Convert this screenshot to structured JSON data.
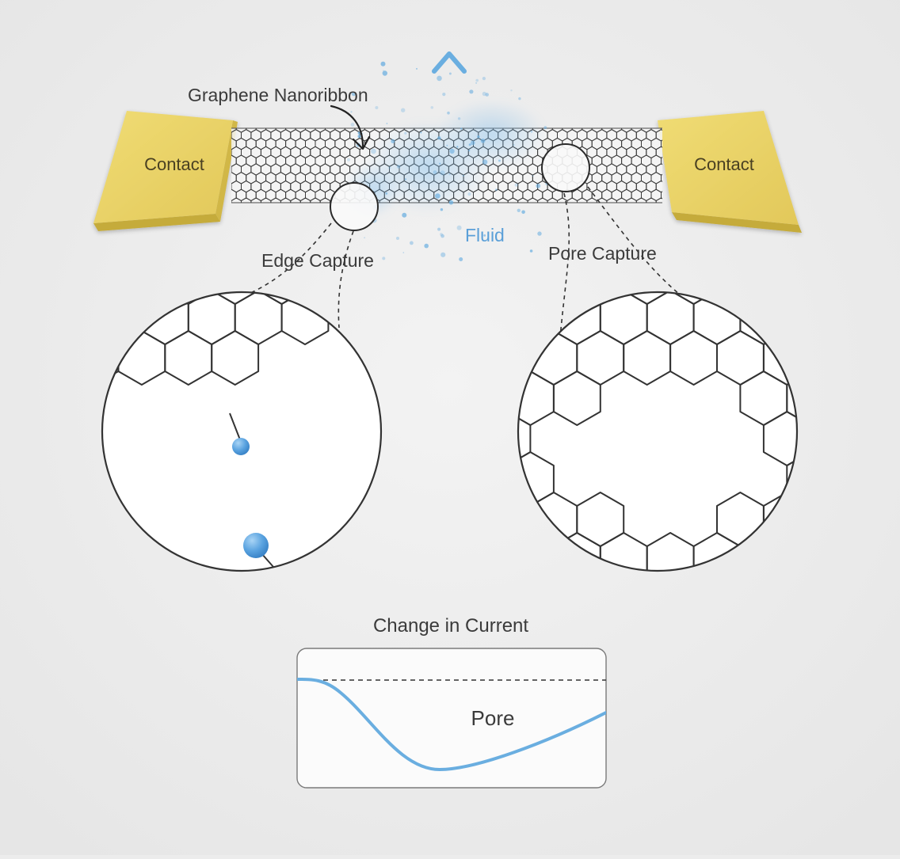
{
  "labels": {
    "ribbon": "Graphene Nanoribbon",
    "contact_left": "Contact",
    "contact_right": "Contact",
    "fluid": "Fluid",
    "edge_capture": "Edge Capture",
    "pore_capture": "Pore Capture",
    "graph_title": "Change in Current",
    "graph_annotation": "Pore"
  },
  "icons": {
    "fluid_arrow": "up-arrow-icon",
    "molecules": "blue-sphere-icon"
  },
  "colors": {
    "background": "#ececec",
    "contact": "#e9d46a",
    "contact_dark": "#c9b03e",
    "lattice": "#3a3a3a",
    "fluid": "#6aaee0",
    "signal": "#6aaee0",
    "text": "#3b3b3b"
  }
}
